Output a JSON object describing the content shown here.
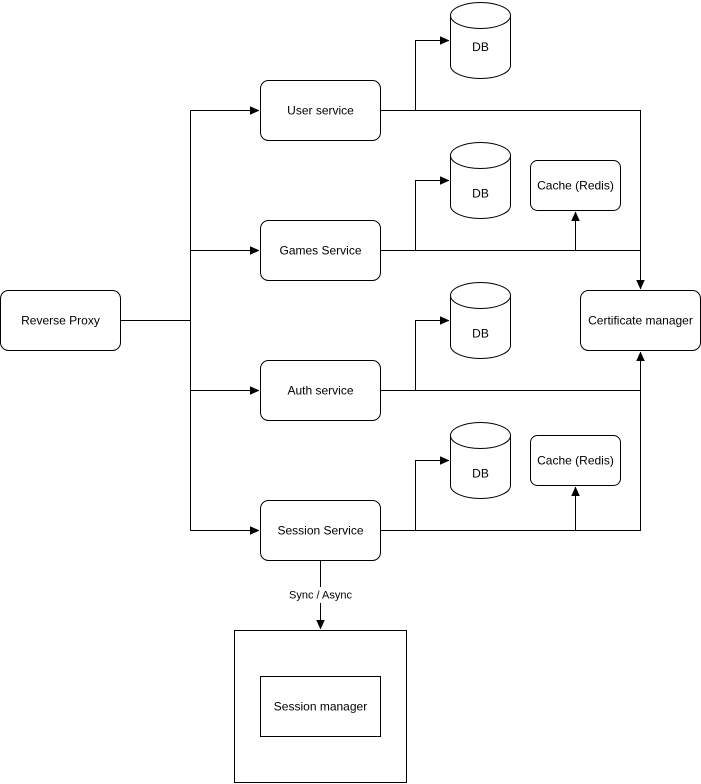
{
  "nodes": {
    "reverse_proxy": "Reverse Proxy",
    "user_service": "User service",
    "games_service": "Games Service",
    "auth_service": "Auth service",
    "session_service": "Session Service",
    "certificate_manager": "Certificate manager",
    "db_label": "DB",
    "cache_label": "Cache (Redis)",
    "session_manager": "Session manager"
  },
  "edges": {
    "sync_async_label": "Sync / Async"
  }
}
